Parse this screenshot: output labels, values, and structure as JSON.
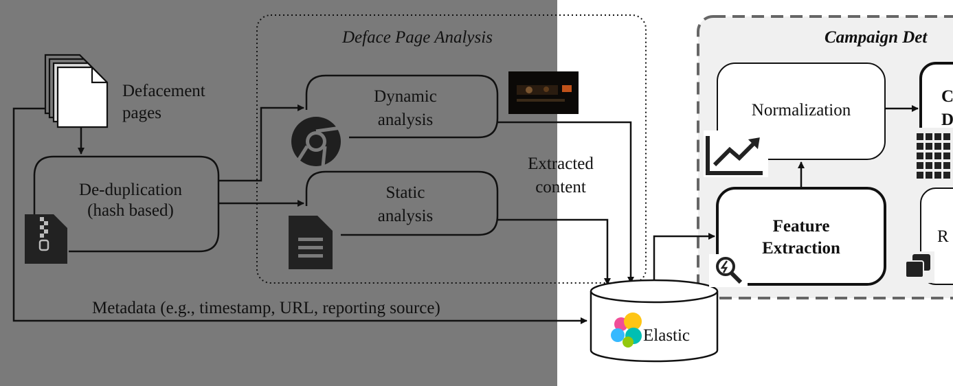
{
  "inputs": {
    "defacement_pages": "Defacement pages"
  },
  "dedup": {
    "line1": "De-duplication",
    "line2": "(hash based)"
  },
  "deface_group": {
    "title": "Deface Page Analysis"
  },
  "dynamic": {
    "line1": "Dynamic",
    "line2": "analysis"
  },
  "static": {
    "line1": "Static",
    "line2": "analysis"
  },
  "extracted": {
    "line1": "Extracted",
    "line2": "content"
  },
  "metadata": {
    "label": "Metadata (e.g., timestamp, URL, reporting source)"
  },
  "elastic": {
    "label": "Elastic"
  },
  "campaign_group": {
    "title": "Campaign Det"
  },
  "normalization": {
    "label": "Normalization"
  },
  "feature": {
    "line1": "Feature",
    "line2": "Extraction"
  },
  "partial": {
    "c1": "C",
    "c2": "D",
    "r": "R"
  },
  "colors": {
    "shade": "#7a7a7a",
    "dashed_group_bg": "#f0f0f0",
    "stroke": "#111111"
  },
  "icons": [
    "documents-icon",
    "chrome-icon",
    "zip-file-icon",
    "document-icon",
    "screenshot-thumbnail",
    "chart-trend-icon",
    "search-icon",
    "grid-icon",
    "layers-icon",
    "elastic-logo",
    "database-icon"
  ]
}
